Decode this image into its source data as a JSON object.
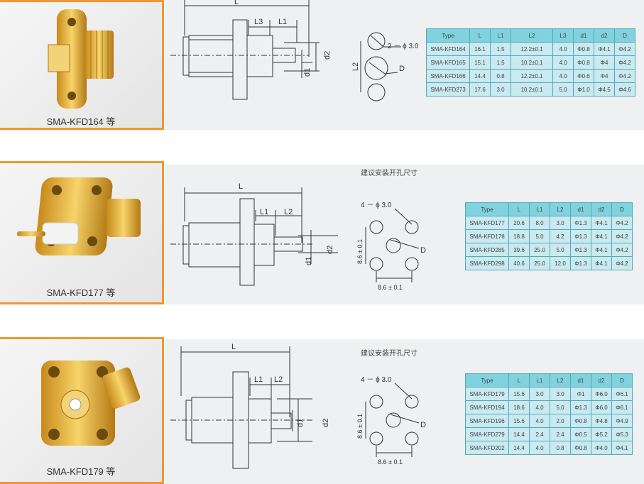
{
  "products": [
    {
      "label": "SMA-KFD164 等",
      "dims": {
        "L": "L",
        "L3": "L3",
        "L1": "L1",
        "L2": "L2",
        "d1": "d1",
        "d2": "d2",
        "D": "D",
        "holes": "2 － ϕ 3.0"
      },
      "columns": [
        "Type",
        "L",
        "L1",
        "L2",
        "L3",
        "d1",
        "d2",
        "D"
      ],
      "rows": [
        [
          "SMA-KFD164",
          "16.1",
          "1.5",
          "12.2±0.1",
          "4.0",
          "Φ0.8",
          "Φ4.1",
          "Φ4.2"
        ],
        [
          "SMA-KFD165",
          "15.1",
          "1.5",
          "10.2±0.1",
          "4.0",
          "Φ0.8",
          "Φ4",
          "Φ4.2"
        ],
        [
          "SMA-KFD166",
          "14.4",
          "0.8",
          "12.2±0.1",
          "4.0",
          "Φ0.6",
          "Φ4",
          "Φ4.2"
        ],
        [
          "SMA-KFD273",
          "17.6",
          "3.0",
          "10.2±0.1",
          "5.0",
          "Φ1.0",
          "Φ4.5",
          "Φ4.6"
        ]
      ]
    },
    {
      "label": "SMA-KFD177 等",
      "note": "建议安装开孔尺寸",
      "dims": {
        "L": "L",
        "L1": "L1",
        "L2": "L2",
        "d1": "d1",
        "d2": "d2",
        "D": "D",
        "holes": "4 － ϕ 3.0",
        "v": "8.6 ± 0.1",
        "h": "8.6 ± 0.1"
      },
      "columns": [
        "Type",
        "L",
        "L1",
        "L2",
        "d1",
        "d2",
        "D"
      ],
      "rows": [
        [
          "SMA-KFD177",
          "20.6",
          "8.0",
          "3.0",
          "Φ1.3",
          "Φ4.1",
          "Φ4.2"
        ],
        [
          "SMA-KFD178",
          "18.8",
          "5.0",
          "4.2",
          "Φ1.3",
          "Φ4.1",
          "Φ4.2"
        ],
        [
          "SMA-KFD285",
          "39.6",
          "25.0",
          "5.0",
          "Φ1.3",
          "Φ4.1",
          "Φ4.2"
        ],
        [
          "SMA-KFD298",
          "40.6",
          "25.0",
          "12.0",
          "Φ1.3",
          "Φ4.1",
          "Φ4.2"
        ]
      ]
    },
    {
      "label": "SMA-KFD179 等",
      "note": "建议安装开孔尺寸",
      "dims": {
        "L": "L",
        "L1": "L1",
        "L2": "L2",
        "d1": "d1",
        "d2": "d2",
        "D": "D",
        "holes": "4 － ϕ 3.0",
        "v": "8.6 ± 0.1",
        "h": "8.6 ± 0.1"
      },
      "columns": [
        "Type",
        "L",
        "L1",
        "L2",
        "d1",
        "d2",
        "D"
      ],
      "rows": [
        [
          "SMA-KFD179",
          "15.6",
          "3.0",
          "3.0",
          "Φ1",
          "Φ6.0",
          "Φ6.1"
        ],
        [
          "SMA-KFD194",
          "18.6",
          "4.0",
          "5.0",
          "Φ1.3",
          "Φ6.0",
          "Φ6.1"
        ],
        [
          "SMA-KFD196",
          "15.6",
          "4.0",
          "2.0",
          "Φ0.8",
          "Φ4.8",
          "Φ4.9"
        ],
        [
          "SMA-KFD279",
          "14.4",
          "2.4",
          "2.4",
          "Φ0.5",
          "Φ5.2",
          "Φ5.3"
        ],
        [
          "SMA-KFD202",
          "14.4",
          "4.0",
          "0.8",
          "Φ0.8",
          "Φ4.0",
          "Φ4.1"
        ]
      ]
    }
  ]
}
